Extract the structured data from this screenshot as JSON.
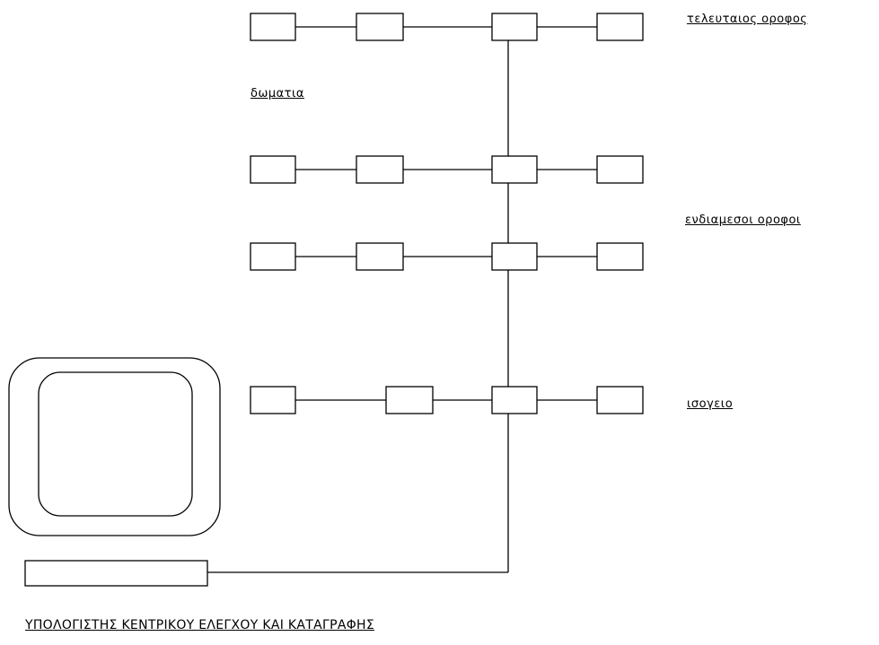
{
  "labels": {
    "top_floor": "τελευταιος οροφος",
    "rooms": "δωματια",
    "middle_floors": "ενδιαμεσοι οροφοι",
    "ground_floor": "ισογειο"
  },
  "caption": "ΥΠΟΛΟΓΙΣΤΗΣ ΚΕΝΤΡΙΚΟΥ ΕΛΕΓΧΟΥ ΚΑΙ ΚΑΤΑΓΡΑΦΗΣ",
  "colors": {
    "stroke": "#000000",
    "background": "#ffffff"
  },
  "floors": [
    {
      "name": "top",
      "rooms": 4
    },
    {
      "name": "middle-1",
      "rooms": 4
    },
    {
      "name": "middle-2",
      "rooms": 4
    },
    {
      "name": "ground",
      "rooms": 4
    }
  ]
}
